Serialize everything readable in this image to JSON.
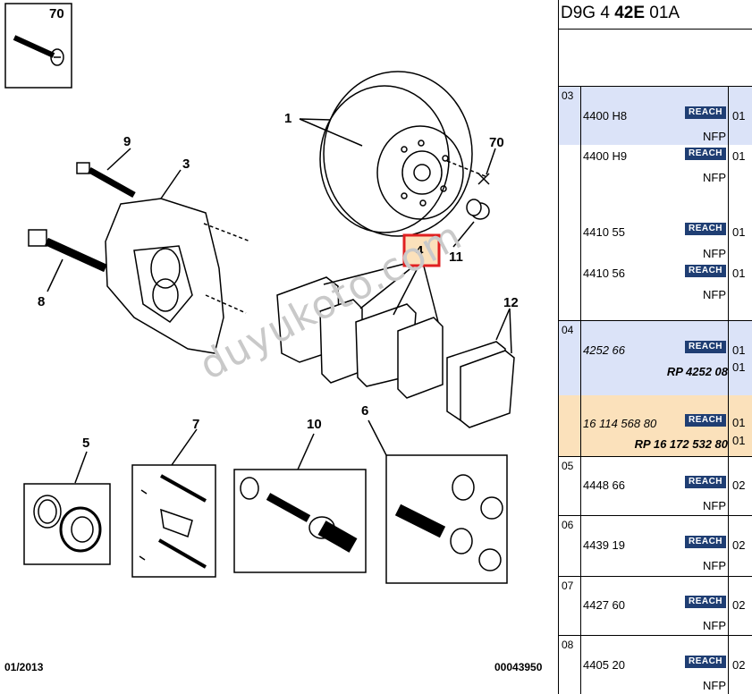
{
  "header": {
    "ref_part1": "D9G 4 ",
    "ref_part2": "42E",
    "ref_part3": " 01A"
  },
  "diagram": {
    "callouts": [
      "70",
      "1",
      "70",
      "9",
      "3",
      "4",
      "11",
      "8",
      "12",
      "5",
      "7",
      "10",
      "6"
    ],
    "footer_left": "01/2013",
    "footer_right": "00043950",
    "watermark": "duyukoto.com",
    "highlight_color": "#e02020",
    "highlight_fill": "#fbe1bb"
  },
  "panel": {
    "reach_label": "REACH",
    "rows": [
      {
        "group": "03",
        "part": "4400 H8",
        "qty": "01",
        "note": "NFP"
      },
      {
        "group": "",
        "part": "4400 H9",
        "qty": "01",
        "note": "NFP"
      },
      {
        "group": "",
        "part": "4410 55",
        "qty": "01",
        "note": "NFP"
      },
      {
        "group": "",
        "part": "4410 56",
        "qty": "01",
        "note": "NFP"
      },
      {
        "group": "04",
        "part": "4252 66",
        "qty": "01",
        "qty2": "01",
        "alt": "RP 4252 08"
      },
      {
        "group": "",
        "part": "16 114 568 80",
        "qty": "01",
        "qty2": "01",
        "alt": "RP 16 172 532 80"
      },
      {
        "group": "05",
        "part": "4448 66",
        "qty": "02",
        "note": "NFP"
      },
      {
        "group": "06",
        "part": "4439 19",
        "qty": "02",
        "note": "NFP"
      },
      {
        "group": "07",
        "part": "4427 60",
        "qty": "02",
        "note": "NFP"
      },
      {
        "group": "08",
        "part": "4405 20",
        "qty": "02",
        "note": "NFP"
      }
    ]
  }
}
